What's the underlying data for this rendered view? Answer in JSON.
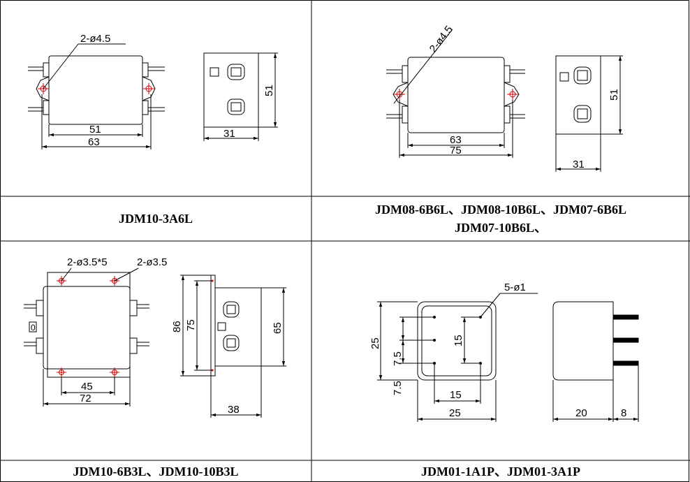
{
  "cells": {
    "top_left": {
      "caption": [
        "JDM10-3A6L"
      ],
      "hole_label": "2-ø4.5",
      "dims": {
        "inner_width": "51",
        "outer_width": "63",
        "side_height": "51",
        "side_width": "31"
      }
    },
    "top_right": {
      "caption": [
        "JDM08-6B6L、JDM08-10B6L、JDM07-6B6L",
        "JDM07-10B6L、"
      ],
      "hole_label": "2-ø4.5",
      "dims": {
        "inner_width": "63",
        "outer_width": "75",
        "side_height": "51",
        "side_width": "31"
      }
    },
    "bottom_left": {
      "caption": [
        "JDM10-6B3L、JDM10-10B3L"
      ],
      "hole_label_a": "2-ø3.5*5",
      "hole_label_b": "2-ø3.5",
      "terminal_mark": "0",
      "dims": {
        "inner_width": "45",
        "outer_width": "72",
        "height_outer": "86",
        "height_inner": "75",
        "side_height": "65",
        "side_width": "38"
      }
    },
    "bottom_right": {
      "caption": [
        "JDM01-1A1P、JDM01-3A1P"
      ],
      "hole_label": "5-ø1",
      "dims": {
        "height": "25",
        "pin_vertical": "15",
        "pitch_a": "7.5",
        "pitch_b": "7.5",
        "pin_horizontal": "15",
        "width": "25",
        "side_width": "20",
        "pin_length": "8"
      }
    }
  }
}
